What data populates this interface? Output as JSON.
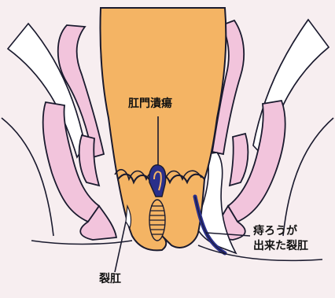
{
  "diagram": {
    "labels": {
      "anal_ulcer": "肛門潰瘍",
      "fistula_fissure_line1": "痔ろうが",
      "fistula_fissure_line2": "出来た裂肛",
      "anal_fissure": "裂肛"
    }
  },
  "colors": {
    "background": "#f7eef0",
    "canal": "#f4b464",
    "muscle": "#f2c4dc",
    "ulcer": "#2a2f8a",
    "outline": "#1a1a2e"
  }
}
